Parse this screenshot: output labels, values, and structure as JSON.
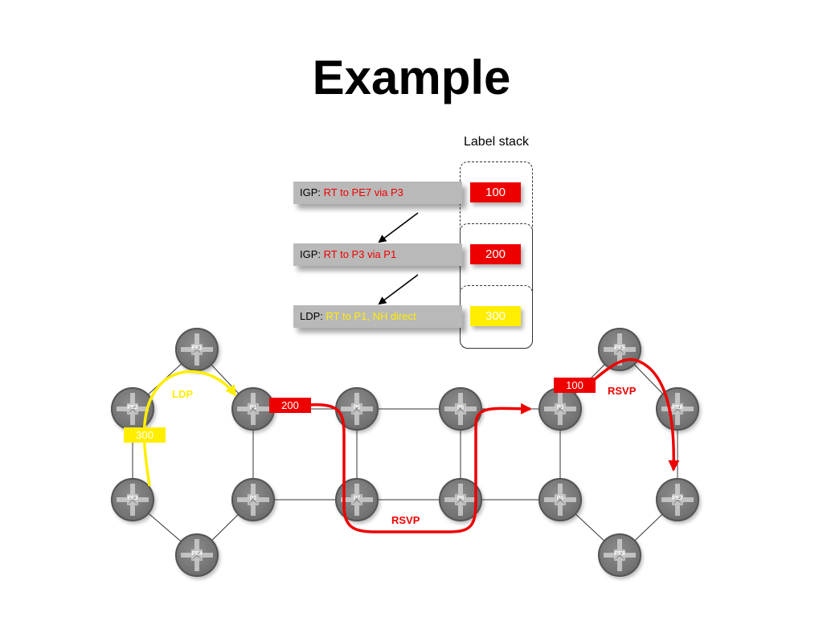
{
  "title": "Example",
  "label_stack": {
    "caption": "Label stack"
  },
  "rows": [
    {
      "proto": "IGP: ",
      "route": "RT to PE7 via P3",
      "label": "100",
      "label_color": "#ee0000",
      "route_color": "#ee0000"
    },
    {
      "proto": "IGP: ",
      "route": "RT to P3 via P1",
      "label": "200",
      "label_color": "#ee0000",
      "route_color": "#ee0000"
    },
    {
      "proto": "LDP: ",
      "route": "RT to P1, NH direct",
      "label": "300",
      "label_color": "#ffee00",
      "route_color": "#ffee00"
    }
  ],
  "routers": {
    "pe1": "PE1",
    "pe2": "PE2",
    "pe3": "PE3",
    "pe4": "PE4",
    "p1": "P1",
    "p2": "P2",
    "p5": "P5",
    "p7": "P7",
    "p6": "P6",
    "p8": "P8",
    "p3": "P3",
    "p4": "P4",
    "pe5": "PE5",
    "pe6": "PE6",
    "pe7": "PE7",
    "pe8": "PE8"
  },
  "network_labels": {
    "ldp_label": "300",
    "p1_label": "200",
    "p3_label": "100"
  },
  "protocols": {
    "ldp": "LDP",
    "rsvp_bottom": "RSVP",
    "rsvp_right": "RSVP"
  },
  "colors": {
    "ldp": "#ffee00",
    "rsvp": "#ee0000",
    "bar": "#b9b9b9",
    "router": "#777777"
  }
}
